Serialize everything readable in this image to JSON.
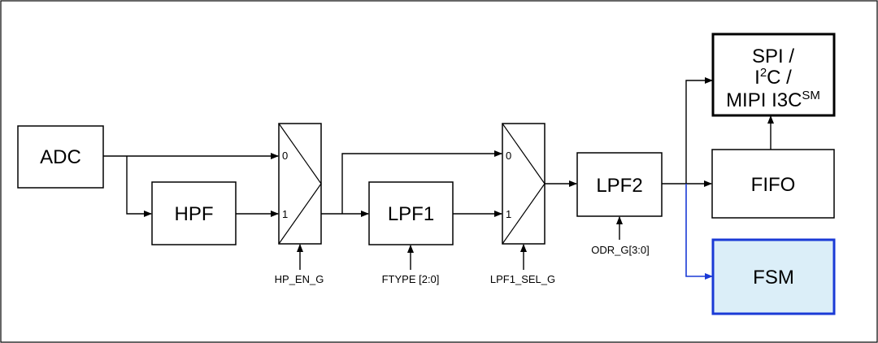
{
  "diagram": {
    "blocks": {
      "adc": "ADC",
      "hpf": "HPF",
      "lpf1": "LPF1",
      "lpf2": "LPF2",
      "fifo": "FIFO",
      "fsm": "FSM",
      "iface_line1": "SPI /",
      "iface_line2_main": "I",
      "iface_line2_sup": "2",
      "iface_line2_rest": "C /",
      "iface_line3_main": "MIPI I3C",
      "iface_line3_sup": "SM"
    },
    "mux1": {
      "in0": "0",
      "in1": "1",
      "control": "HP_EN_G"
    },
    "mux2": {
      "in0": "0",
      "in1": "1",
      "control": "LPF1_SEL_G"
    },
    "controls": {
      "ftype": "FTYPE [2:0]",
      "odr": "ODR_G[3:0]"
    },
    "colors": {
      "fsm_border": "#1a3ad6",
      "fsm_fill": "#dbeef8",
      "fsm_text": "#1a3ad6",
      "fsm_wire": "#1a3ad6"
    }
  }
}
